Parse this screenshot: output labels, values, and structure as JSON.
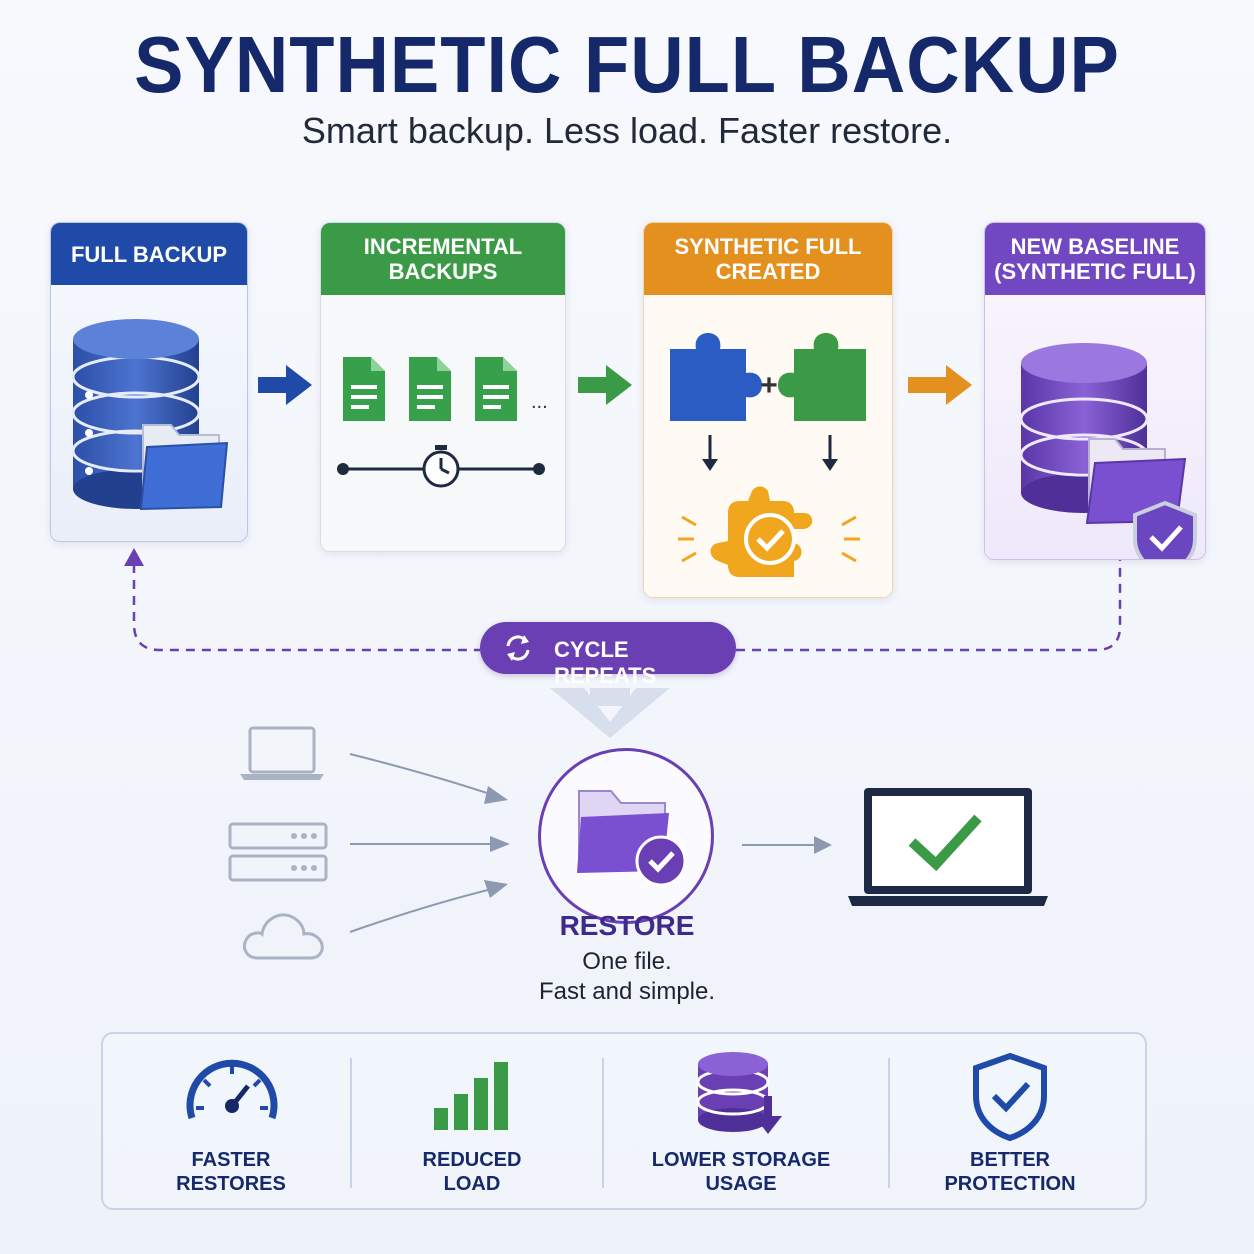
{
  "header": {
    "title": "SYNTHETIC FULL BACKUP",
    "subtitle": "Smart backup. Less load. Faster restore."
  },
  "steps": [
    {
      "label_line1": "FULL BACKUP",
      "label_line2": "",
      "color": "#1f4aa8",
      "icon": "database-folder-icon"
    },
    {
      "label_line1": "INCREMENTAL",
      "label_line2": "BACKUPS",
      "color": "#3b9a45",
      "icon": "document-timeline-icon"
    },
    {
      "label_line1": "SYNTHETIC FULL",
      "label_line2": "CREATED",
      "color": "#e4901f",
      "icon": "puzzle-merge-icon"
    },
    {
      "label_line1": "NEW BASELINE",
      "label_line2": "(SYNTHETIC FULL)",
      "color": "#7147c2",
      "icon": "database-shield-icon"
    }
  ],
  "incremental_more": "...",
  "cycle": {
    "label": "CYCLE REPEATS"
  },
  "restore": {
    "title": "RESTORE",
    "line1": "One file.",
    "line2": "Fast and simple.",
    "sources": [
      "laptop-icon",
      "server-icon",
      "cloud-icon"
    ]
  },
  "benefits": [
    {
      "line1": "FASTER",
      "line2": "RESTORES",
      "icon": "speedometer-icon"
    },
    {
      "line1": "REDUCED",
      "line2": "LOAD",
      "icon": "bar-chart-icon"
    },
    {
      "line1": "LOWER STORAGE",
      "line2": "USAGE",
      "icon": "database-down-icon"
    },
    {
      "line1": "BETTER",
      "line2": "PROTECTION",
      "icon": "shield-check-icon"
    }
  ],
  "colors": {
    "navy": "#14286a",
    "blue": "#1f4aa8",
    "green": "#3b9a45",
    "orange": "#e4901f",
    "purple": "#7147c2"
  }
}
